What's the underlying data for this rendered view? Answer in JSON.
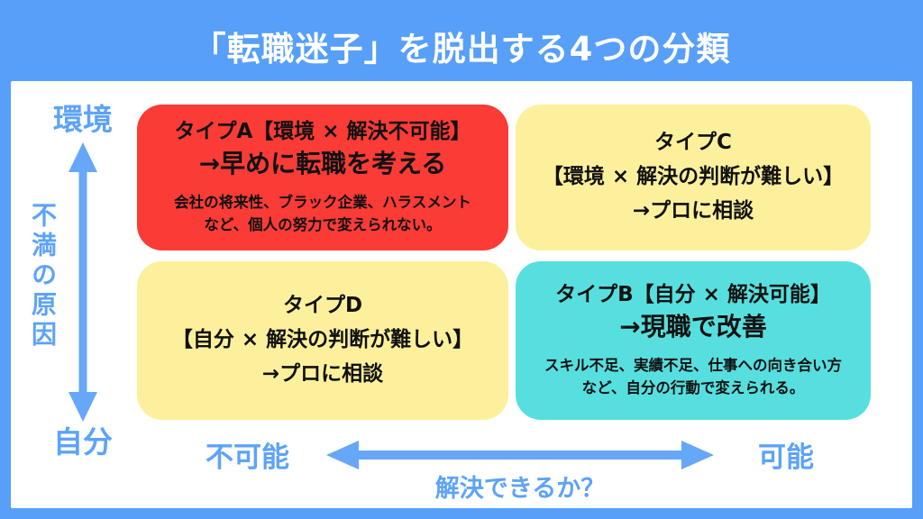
{
  "title": "「転職迷子」を脱出する4つの分類",
  "colors": {
    "frame_blue": "#579ff9",
    "axis_blue": "#5da3f8",
    "panel_white": "#ffffff",
    "type_a_red": "#fa3b36",
    "type_c_yellow": "#fdf09c",
    "type_d_yellow": "#fdf09c",
    "type_b_teal": "#57dfdf",
    "box_text": "#111111"
  },
  "y_axis": {
    "top_label": "環境",
    "axis_label": "不満の原因",
    "bottom_label": "自分"
  },
  "x_axis": {
    "left_label": "不可能",
    "axis_label": "解決できるか？",
    "right_label": "可能"
  },
  "quadrants": {
    "type_a": {
      "heading": "タイプA【環境 × 解決不可能】",
      "action": "→早めに転職を考える",
      "desc_line1": "会社の将来性、ブラック企業、ハラスメント",
      "desc_line2": "など、個人の努力で変えられない。"
    },
    "type_c": {
      "line1": "タイプC",
      "line2": "【環境 × 解決の判断が難しい】",
      "line3": "→プロに相談"
    },
    "type_d": {
      "line1": "タイプD",
      "line2": "【自分 × 解決の判断が難しい】",
      "line3": "→プロに相談"
    },
    "type_b": {
      "heading": "タイプB【自分 × 解決可能】",
      "action": "→現職で改善",
      "desc_line1": "スキル不足、実績不足、仕事への向き合い方",
      "desc_line2": "など、自分の行動で変えられる。"
    }
  }
}
